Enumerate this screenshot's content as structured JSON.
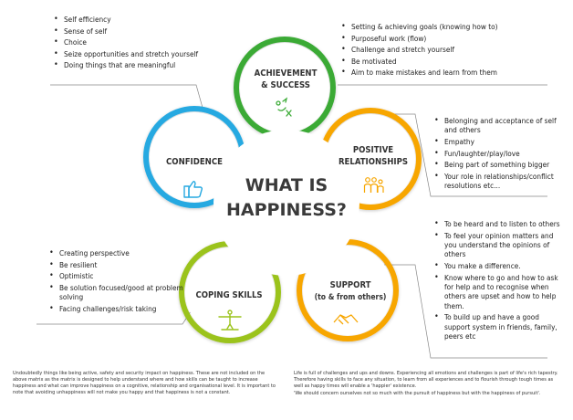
{
  "center": {
    "line1": "WHAT IS",
    "line2": "HAPPINESS?"
  },
  "petals": {
    "achievement": {
      "line1": "ACHIEVEMENT",
      "line2": "& SUCCESS",
      "color": "#3aaa35",
      "icon": "goal-strategy-icon"
    },
    "positive": {
      "line1": "POSITIVE",
      "line2": "RELATIONSHIPS",
      "color": "#f7a600",
      "icon": "group-people-icon"
    },
    "support": {
      "line1": "SUPPORT",
      "line2": "(to & from others)",
      "color": "#f7a600",
      "icon": "handshake-icon"
    },
    "coping": {
      "line1": "COPING SKILLS",
      "color": "#9bc31c",
      "icon": "tightrope-walker-icon"
    },
    "confidence": {
      "line1": "CONFIDENCE",
      "color": "#27a9e1",
      "icon": "thumbs-up-icon"
    }
  },
  "lists": {
    "confidence": [
      "Self efficiency",
      "Sense of self",
      "Choice",
      "Seize opportunities and stretch yourself",
      "Doing things that are meaningful"
    ],
    "achievement": [
      "Setting & achieving goals (knowing how to)",
      "Purposeful work (flow)",
      "Challenge and stretch yourself",
      "Be motivated",
      "Aim to make mistakes and learn from them"
    ],
    "positive": [
      "Belonging and acceptance of self and others",
      "Empathy",
      "Fun/laughter/play/love",
      "Being part of something bigger",
      "Your role in relationships/conflict resolutions etc..."
    ],
    "support": [
      "To be heard and to listen to others",
      "To feel your opinion matters and you understand the opinions of others",
      "You make a difference.",
      "Know where to go and how to ask for help and to recognise when others are upset and how to help them.",
      "To build up and have a good support system in friends, family, peers etc"
    ],
    "coping": [
      "Creating perspective",
      "Be resilient",
      "Optimistic",
      "Be solution focused/good at problem solving",
      "Facing challenges/risk taking"
    ]
  },
  "footer": {
    "left": "Undoubtedly things like being active, safety and security impact on happiness. These are not included on the above matrix as the matrix is designed to help understand where and how skills can be taught to increase happiness and what can improve happiness on a cognitive, relationship and organisational level. It is important to note that avoiding unhappiness will not make you happy and that happiness is not a constant.",
    "right1": "Life is full of challenges and ups and downs. Experiencing all emotions and challenges is part of life's rich tapestry.  Therefore having skills to face any situation, to learn from all experiences and to flourish through tough times as well as happy times  will enable a 'happier' existence.",
    "right2": "'We should concern ourselves not so much with the pursuit of happiness but with the happiness of pursuit'."
  }
}
